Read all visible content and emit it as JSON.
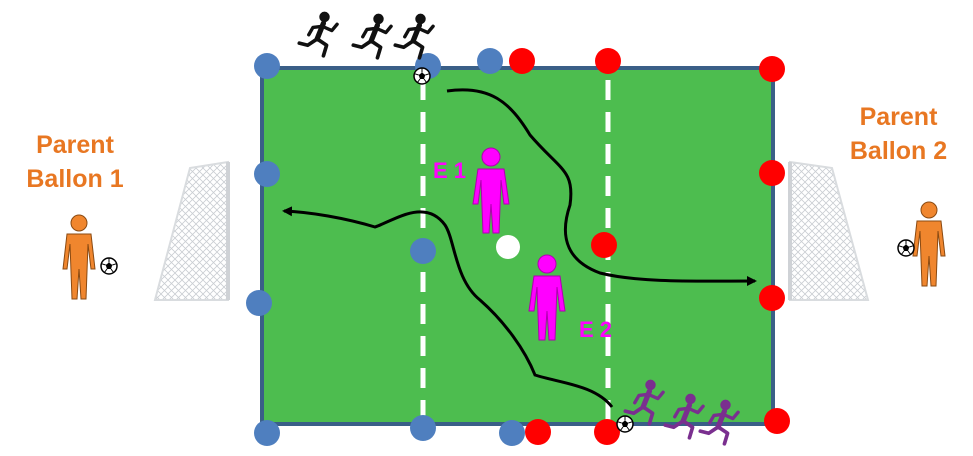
{
  "parents": {
    "left": {
      "line1": "Parent",
      "line2": "Ballon 1"
    },
    "right": {
      "line1": "Parent",
      "line2": "Ballon 2"
    }
  },
  "coaches": {
    "e1": "E 1",
    "e2": "E 2"
  },
  "colors": {
    "field": "#4dbd4f",
    "field_border": "#3a5f87",
    "team_blue": "#4f7fbf",
    "team_red": "#ff0000",
    "coach": "#ff00ff",
    "parent": "#f0862e",
    "parent_label": "#e87722",
    "runners_top": "#111111",
    "runners_bottom": "#7a2f8f",
    "path": "#000000",
    "center_spot": "#ffffff",
    "lane_lines": "#ffffff"
  },
  "icons": {
    "cones": "circle-markers",
    "coaches": "person-icon",
    "parents": "person-with-ball-icon",
    "runners": "running-person-icon",
    "ball": "soccer-ball-icon",
    "goals": "goal-net-icon"
  }
}
